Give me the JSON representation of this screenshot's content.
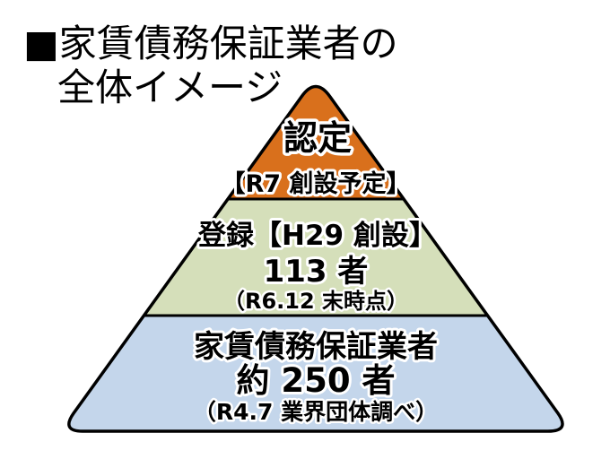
{
  "page": {
    "background_color": "#ffffff",
    "title_line1": "■家賃債務保証業者の",
    "title_line2": "全体イメージ"
  },
  "pyramid": {
    "outline_color": "#000000",
    "text_color": "#000000",
    "text_outline_color": "#ffffff",
    "tiers": [
      {
        "id": "nintei",
        "label": "認定",
        "note": "【R7 創設予定】",
        "color": "#d9701c"
      },
      {
        "id": "touroku",
        "label": "登録【H29 創設】",
        "count": "113 者",
        "note": "（R6.12 末時点）",
        "color": "#d5dfba"
      },
      {
        "id": "gyousha",
        "label": "家賃債務保証業者",
        "count": "約 250 者",
        "note": "（R4.7 業界団体調べ）",
        "color": "#c4d6eb"
      }
    ]
  }
}
